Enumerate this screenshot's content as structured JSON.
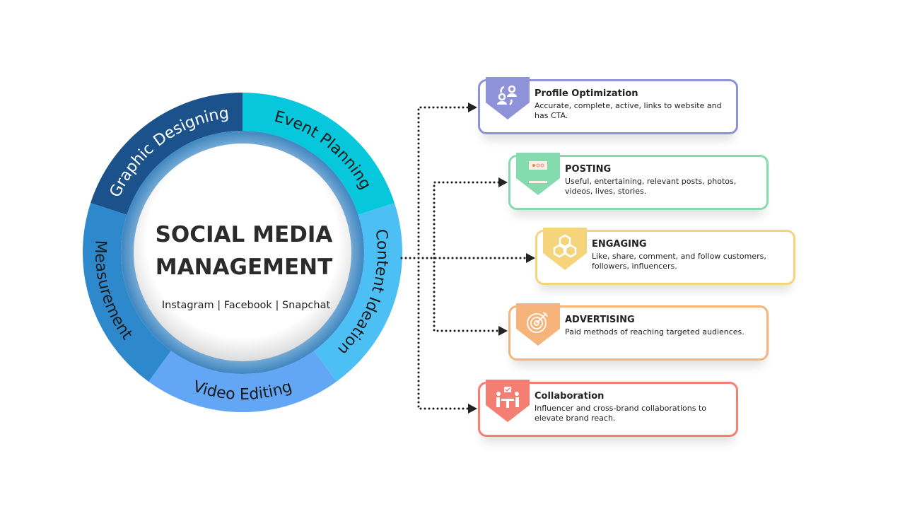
{
  "center": {
    "title_line1": "SOCIAL MEDIA",
    "title_line2": "MANAGEMENT",
    "platforms": "Instagram | Facebook | Snapchat"
  },
  "ring_segments": [
    {
      "label": "Graphic Designing",
      "color": "#1b528c"
    },
    {
      "label": "Event Planning",
      "color": "#07c7dc"
    },
    {
      "label": "Content Ideation",
      "color": "#4cc0f5"
    },
    {
      "label": "Video Editing",
      "color": "#63a6f5"
    },
    {
      "label": "Measurement",
      "color": "#2e88cc"
    }
  ],
  "cards": [
    {
      "title": "Profile Optimization",
      "desc": "Accurate, complete, active, links to website and has CTA.",
      "color": "#8e92d8",
      "icon": "users-exchange-icon"
    },
    {
      "title": "POSTING",
      "desc": "Useful, entertaining, relevant posts, photos, videos, lives, stories.",
      "color": "#84dbae",
      "icon": "post-screen-icon"
    },
    {
      "title": "ENGAGING",
      "desc": "Like, share, comment, and follow customers, followers, influencers.",
      "color": "#f6d47c",
      "icon": "cubes-icon"
    },
    {
      "title": "ADVERTISING",
      "desc": "Paid methods of reaching targeted audiences.",
      "color": "#f7b47a",
      "icon": "target-icon"
    },
    {
      "title": "Collaboration",
      "desc": "Influencer and cross-brand collaborations to elevate brand reach.",
      "color": "#f47e72",
      "icon": "collaboration-icon"
    }
  ]
}
